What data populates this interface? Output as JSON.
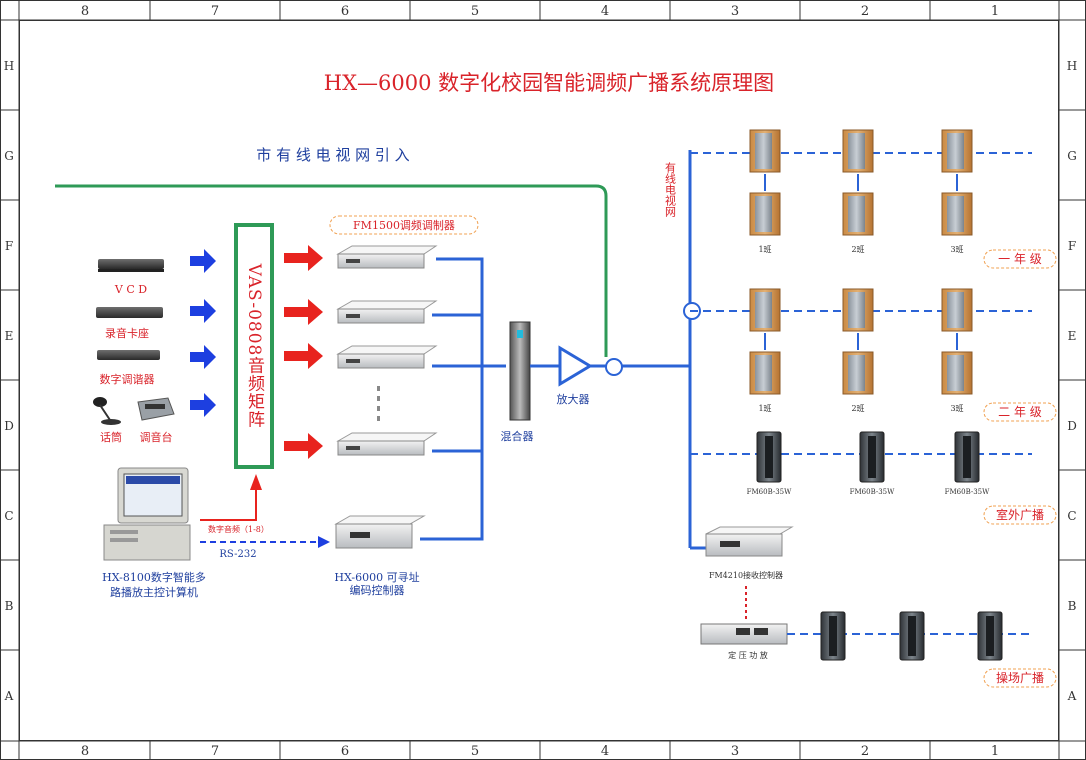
{
  "title": "HX—6000 数字化校园智能调频广播系统原理图",
  "frame": {
    "columns": [
      "8",
      "7",
      "6",
      "5",
      "4",
      "3",
      "2",
      "1"
    ],
    "rows": [
      "H",
      "G",
      "F",
      "E",
      "D",
      "C",
      "B",
      "A"
    ]
  },
  "cable_tv_label": "市 有 线 电 视 网 引 入",
  "cable_net_vertical": "有线电视网",
  "sources": [
    "V C D",
    "录音卡座",
    "数字调谐器",
    "话筒",
    "调音台"
  ],
  "matrix_label": "VAS-0808音频矩阵",
  "fm_modulator_label": "FM1500调频调制器",
  "mixer_label": "混合器",
  "amplifier_label": "放大器",
  "computer_label_line1": "HX-8100数字智能多",
  "computer_label_line2": "路播放主控计算机",
  "digital_audio_label": "数字音频（1-8）",
  "rs232_label": "RS-232",
  "encoder_label_line1": "HX-6000 可寻址",
  "encoder_label_line2": "编码控制器",
  "grade1": {
    "label": "一 年 级",
    "classes": [
      "1班",
      "2班",
      "3班"
    ]
  },
  "grade2": {
    "label": "二 年 级",
    "classes": [
      "1班",
      "2班",
      "3班"
    ]
  },
  "outdoor": {
    "label": "室外广播",
    "speakers": [
      "FM60B-35W",
      "FM60B-35W",
      "FM60B-35W"
    ]
  },
  "receiver_label": "FM4210接收控制器",
  "amp_pa_label": "定 压 功 放",
  "playground_label": "操场广播",
  "colors": {
    "title_red": "#d9232a",
    "blue_text": "#1f3f9e",
    "green_line": "#2e9a57",
    "blue_line": "#2b63d6",
    "red_arrow": "#e8231e",
    "blue_arrow": "#1d3fe0",
    "orange_dash": "#f0a050"
  }
}
